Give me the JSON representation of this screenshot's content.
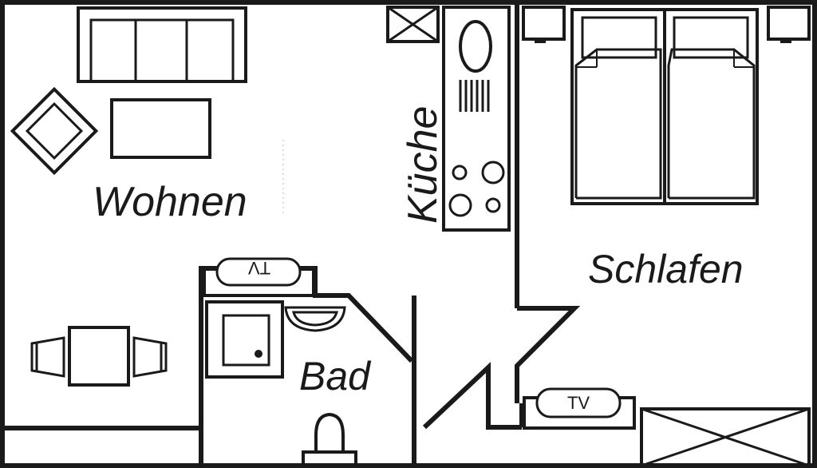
{
  "rooms": {
    "living": "Wohnen",
    "kitchen": "Küche",
    "bath": "Bad",
    "bedroom": "Schlafen"
  },
  "appliances": {
    "tv_bath": "TV",
    "tv_bedroom": "TV"
  },
  "colors": {
    "line": "#1a1a1a",
    "background": "#ffffff"
  }
}
